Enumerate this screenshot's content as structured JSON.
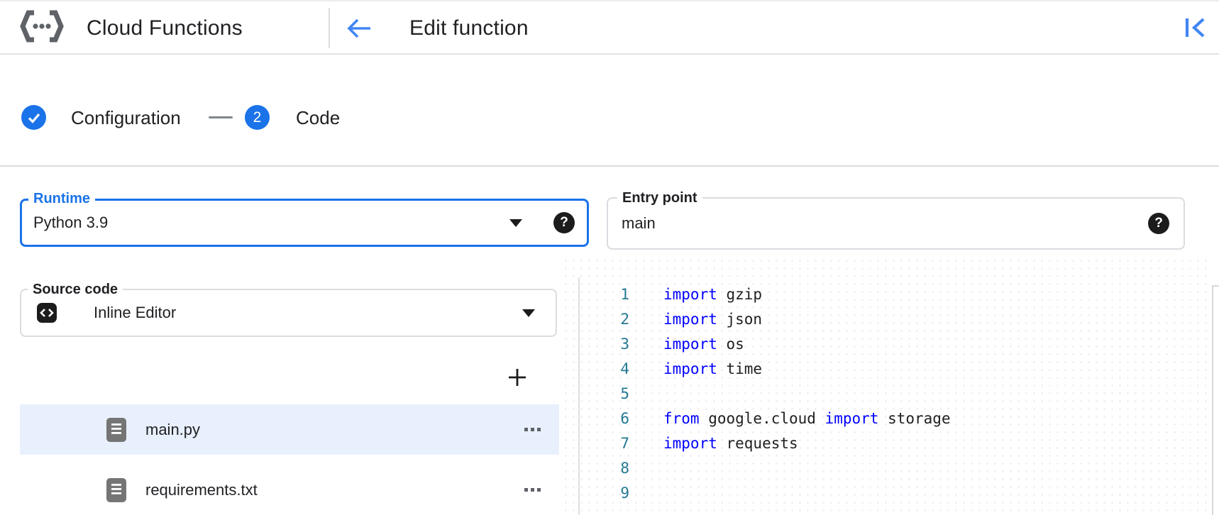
{
  "header": {
    "product_name": "Cloud Functions",
    "page_title": "Edit function"
  },
  "stepper": {
    "steps": [
      {
        "label": "Configuration",
        "indicator": "check",
        "state": "complete"
      },
      {
        "label": "Code",
        "indicator": "2",
        "state": "current"
      }
    ]
  },
  "fields": {
    "runtime": {
      "label": "Runtime",
      "value": "Python 3.9",
      "focused": true,
      "help_icon": "?"
    },
    "entry_point": {
      "label": "Entry point",
      "value": "main",
      "focused": false,
      "help_icon": "?"
    },
    "source_code": {
      "label": "Source code",
      "value": "Inline Editor",
      "icon": "code-badge-icon"
    }
  },
  "file_browser": {
    "files": [
      {
        "name": "main.py",
        "selected": true,
        "menu_icon": "more-horizontal"
      },
      {
        "name": "requirements.txt",
        "selected": false,
        "menu_icon": "more-horizontal"
      }
    ]
  },
  "code_editor": {
    "language": "python",
    "lines": [
      {
        "number": "1",
        "tokens": [
          {
            "text": "import",
            "type": "keyword"
          },
          {
            "text": " gzip",
            "type": "plain"
          }
        ]
      },
      {
        "number": "2",
        "tokens": [
          {
            "text": "import",
            "type": "keyword"
          },
          {
            "text": " json",
            "type": "plain"
          }
        ]
      },
      {
        "number": "3",
        "tokens": [
          {
            "text": "import",
            "type": "keyword"
          },
          {
            "text": " os",
            "type": "plain"
          }
        ]
      },
      {
        "number": "4",
        "tokens": [
          {
            "text": "import",
            "type": "keyword"
          },
          {
            "text": " time",
            "type": "plain"
          }
        ]
      },
      {
        "number": "5",
        "tokens": []
      },
      {
        "number": "6",
        "tokens": [
          {
            "text": "from",
            "type": "keyword"
          },
          {
            "text": " google.cloud ",
            "type": "plain"
          },
          {
            "text": "import",
            "type": "keyword"
          },
          {
            "text": " storage",
            "type": "plain"
          }
        ]
      },
      {
        "number": "7",
        "tokens": [
          {
            "text": "import",
            "type": "keyword"
          },
          {
            "text": " requests",
            "type": "plain"
          }
        ]
      },
      {
        "number": "8",
        "tokens": []
      },
      {
        "number": "9",
        "tokens": []
      }
    ]
  },
  "colors": {
    "accent_blue": "#1a73e8",
    "icon_blue": "#4285f4",
    "selected_row_blue": "#e8f0fe",
    "text_primary": "#202124",
    "border_gray": "#dadce0",
    "keyword_blue": "#0000ff",
    "line_number_teal": "#237893",
    "file_icon_gray": "#757575"
  }
}
